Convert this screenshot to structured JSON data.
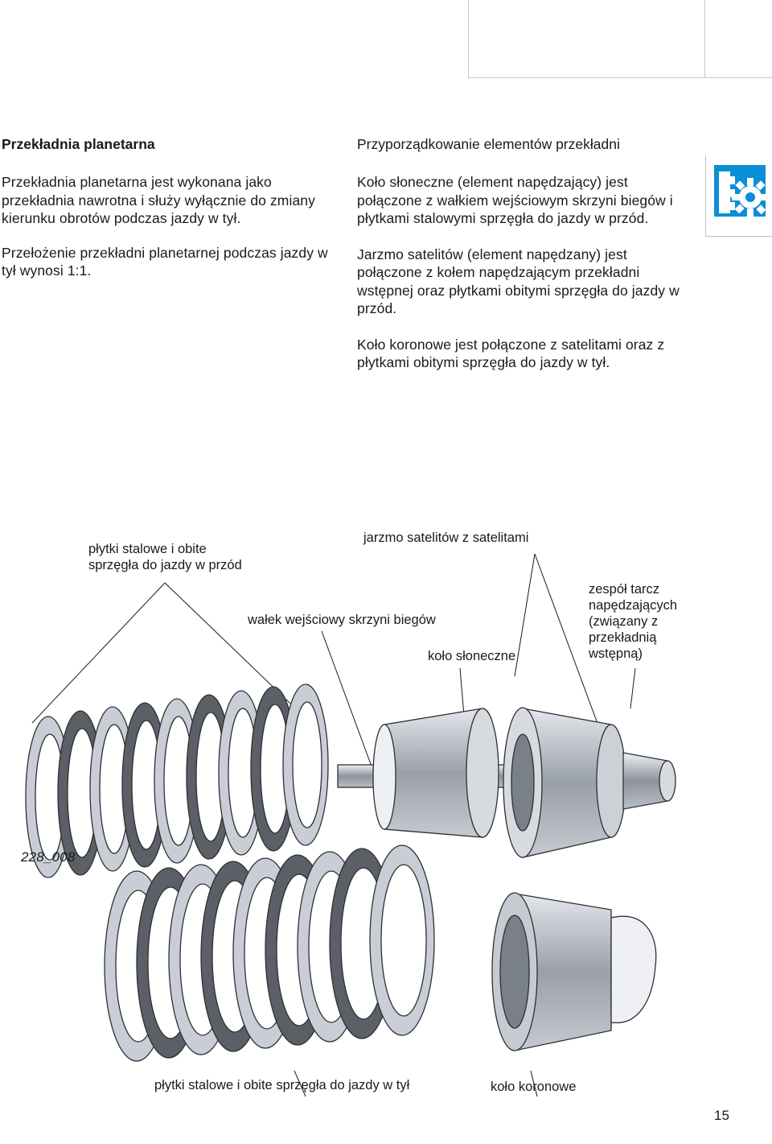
{
  "left": {
    "heading": "Przekładnia planetarna",
    "paragraphs": [
      "Przekładnia planetarna jest wykonana jako przekładnia nawrotna i służy wyłącznie do zmiany kierunku obrotów podczas jazdy w tył.",
      "Przełożenie przekładni planetarnej podczas jazdy w tył wynosi 1:1."
    ]
  },
  "right": {
    "heading": "Przyporządkowanie elementów przekładni",
    "paragraphs": [
      "Koło słoneczne (element napędzający) jest połączone z wałkiem wejściowym skrzyni biegów i płytkami stalowymi sprzęgła do jazdy w przód.",
      "Jarzmo satelitów (element napędzany) jest połączone z kołem napędzającym przekładni wstępnej oraz płytkami obitymi sprzęgła do jazdy w przód.",
      "Koło koronowe jest połączone z satelitami oraz z płytkami obitymi sprzęgła do jazdy w tył."
    ]
  },
  "figure": {
    "labels": {
      "forward_plates": "płytki stalowe i obite\nsprzęgła do jazdy w przód",
      "carrier": "jarzmo satelitów z satelitami",
      "input_shaft": "wałek wejściowy skrzyni biegów",
      "sun_gear": "koło słoneczne",
      "drive_discs": "zespół tarcz\nnapędzających\n(związany z\nprzekładnią\nwstępną)",
      "reverse_plates": "płytki stalowe i obite sprzęgła do jazdy w tył",
      "ring_gear": "koło koronowe"
    },
    "code": "228_008"
  },
  "icon": "gear-icon",
  "colors": {
    "icon_blue": "#0a8fd6",
    "plate_light": "#c9ced6",
    "plate_dark": "#5b5f66"
  },
  "page_number": "15"
}
